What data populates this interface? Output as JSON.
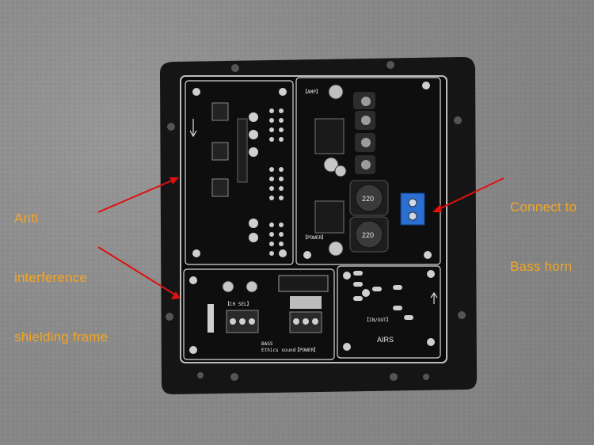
{
  "annotations": {
    "left_label": [
      "Anti",
      "interference",
      "shielding frame"
    ],
    "right_label": [
      "Connect to",
      "Bass horn"
    ],
    "arrow_color": "#e01010",
    "label_color": "#f5a623"
  },
  "pcb_silkscreen": {
    "amp": "【AMP】",
    "power_top": "【POWER】",
    "power_bottom": "【POWER】",
    "ch_sel": "【CH SEL】",
    "in_out": "【IN/OUT】",
    "bass": "BASS",
    "ethics": "Ethics sound",
    "logo": "AIRS",
    "inductor": "220"
  }
}
